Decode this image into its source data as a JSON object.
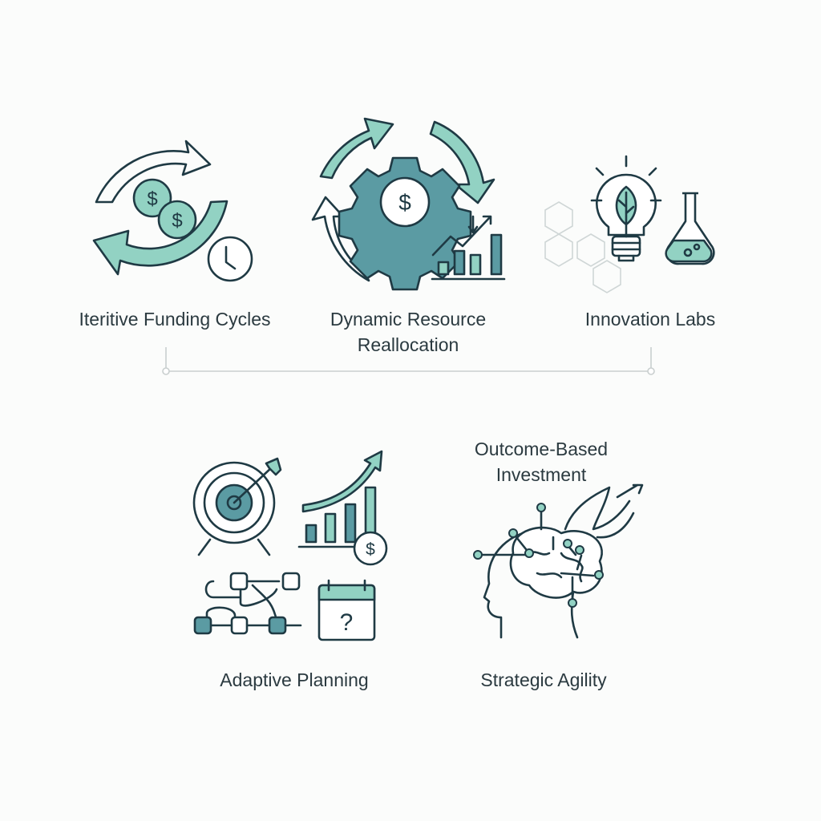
{
  "items": [
    {
      "label": "Iteritive Funding Cycles",
      "icon": "funding-cycle-icon"
    },
    {
      "label_line1": "Dynamic Resource",
      "label_line2": "Reallocation",
      "icon": "gear-dollar-icon"
    },
    {
      "label": "Innovation Labs",
      "icon": "lightbulb-flask-icon"
    },
    {
      "label": "Adaptive Planning",
      "icon": "target-chart-flow-calendar-icon"
    },
    {
      "label_line1": "Outcome-Based",
      "label_line2": "Investment",
      "icon": "brain-wings-icon"
    },
    {
      "label": "Strategic Agility"
    }
  ],
  "glyphs": {
    "dollar": "$",
    "question": "?"
  },
  "colors": {
    "outline": "#1f3a44",
    "light_teal": "#92d2c3",
    "mid_teal": "#5b9ba3",
    "text": "#2b3a40"
  }
}
